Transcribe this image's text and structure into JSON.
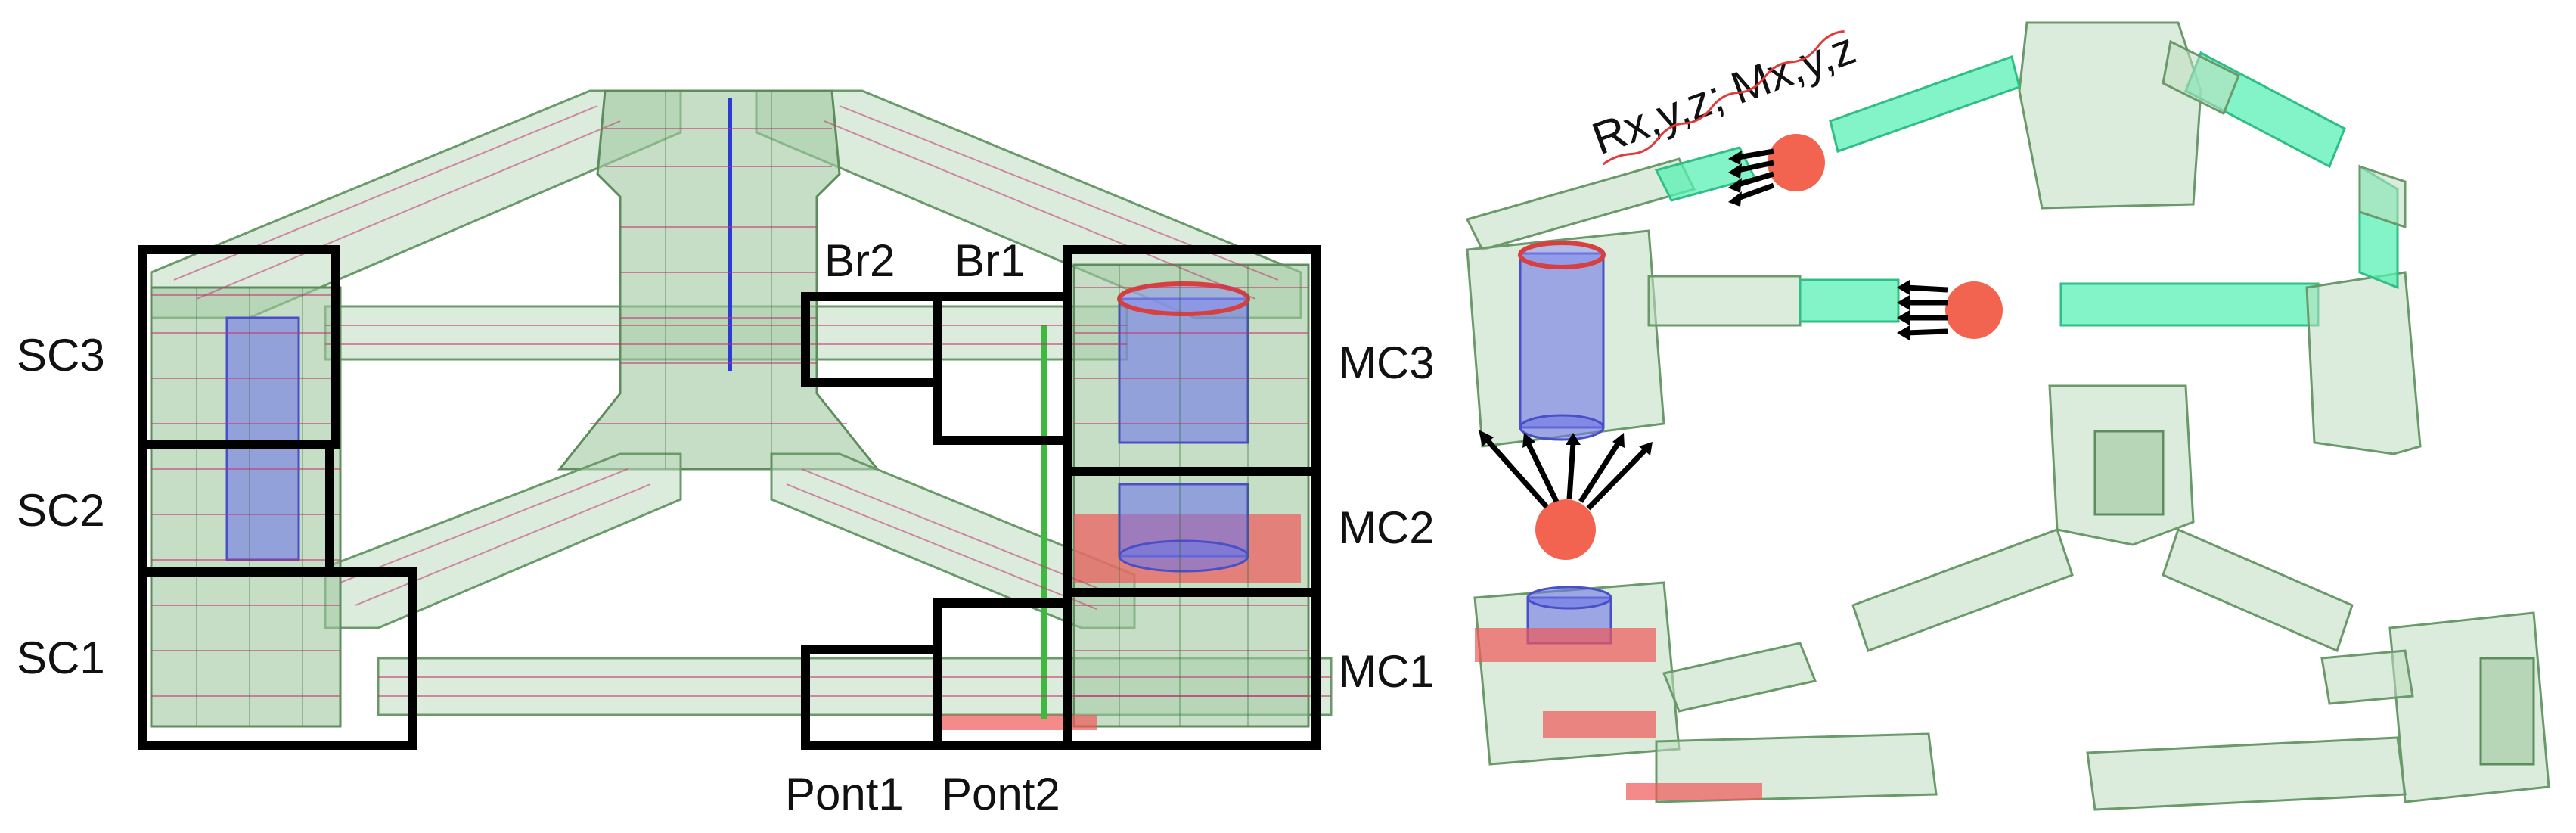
{
  "left_panel": {
    "labels": {
      "sc3": "SC3",
      "sc2": "SC2",
      "sc1": "SC1",
      "br2": "Br2",
      "br1": "Br1",
      "mc3": "MC3",
      "mc2": "MC2",
      "mc1": "MC1",
      "pont1": "Pont1",
      "pont2": "Pont2"
    }
  },
  "right_panel": {
    "reaction_label": "Rx,y,z; Mx,y,z"
  },
  "colors": {
    "hull_green": "#bfdcbf",
    "mesh_magenta": "#c2336f",
    "column_blue": "#6f78e6",
    "heavy_ballast_red": "#f05858",
    "brace_cyan": "#58f0b4",
    "node_red": "#f26450",
    "frame_black": "#000000"
  }
}
